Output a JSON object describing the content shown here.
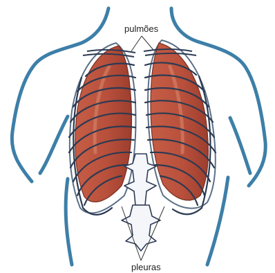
{
  "labels": {
    "lungs": "pulmões",
    "pleura": "pleuras"
  },
  "colors": {
    "body_outline": "#3d7fa8",
    "lung_fill": "#b8503c",
    "lung_highlight": "#d98a70",
    "pleura_line": "#5a6f86",
    "rib_line": "#2b3a52",
    "spine_fill": "#f4f6fa",
    "spine_line": "#2f3c55"
  },
  "icons": [
    "torso-outline",
    "left-lung",
    "right-lung",
    "ribcage",
    "spine"
  ]
}
